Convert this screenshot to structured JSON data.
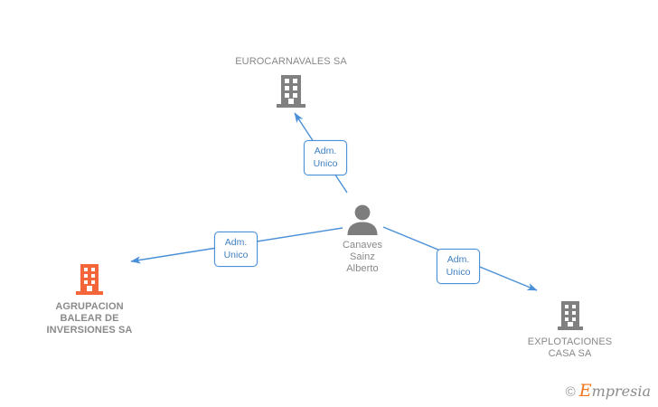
{
  "diagram": {
    "title": "",
    "background_color": "#ffffff",
    "edge_color": "#4a90d9",
    "company_gray": "#808080",
    "company_orange": "#f4653a",
    "label_gray": "#888888"
  },
  "nodes": [
    {
      "id": "eurocarnavales",
      "type": "company",
      "label": "EUROCARNAVALES SA",
      "icon": "building-icon",
      "icon_color": "#808080",
      "label_position": "above",
      "bold": false
    },
    {
      "id": "person",
      "type": "person",
      "label": "Canaves\nSainz\nAlberto",
      "icon": "person-icon",
      "icon_color": "#7d7d7d",
      "label_position": "below",
      "bold": false
    },
    {
      "id": "agrupacion",
      "type": "company",
      "label": "AGRUPACION\nBALEAR DE\nINVERSIONES SA",
      "icon": "building-icon",
      "icon_color": "#f4653a",
      "label_position": "below",
      "bold": true
    },
    {
      "id": "explotaciones",
      "type": "company",
      "label": "EXPLOTACIONES\nCASA SA",
      "icon": "building-icon",
      "icon_color": "#808080",
      "label_position": "below",
      "bold": false
    }
  ],
  "edges": [
    {
      "id": "edge-person-to-eurocarnavales",
      "from": "person",
      "to": "eurocarnavales",
      "role_label": "Adm.\nUnico"
    },
    {
      "id": "edge-person-to-agrupacion",
      "from": "person",
      "to": "agrupacion",
      "role_label": "Adm.\nUnico"
    },
    {
      "id": "edge-person-to-explotaciones",
      "from": "person",
      "to": "explotaciones",
      "role_label": "Adm.\nUnico"
    }
  ],
  "watermark": {
    "copyright": "©",
    "brand_initial": "E",
    "brand_rest": "mpresia"
  }
}
